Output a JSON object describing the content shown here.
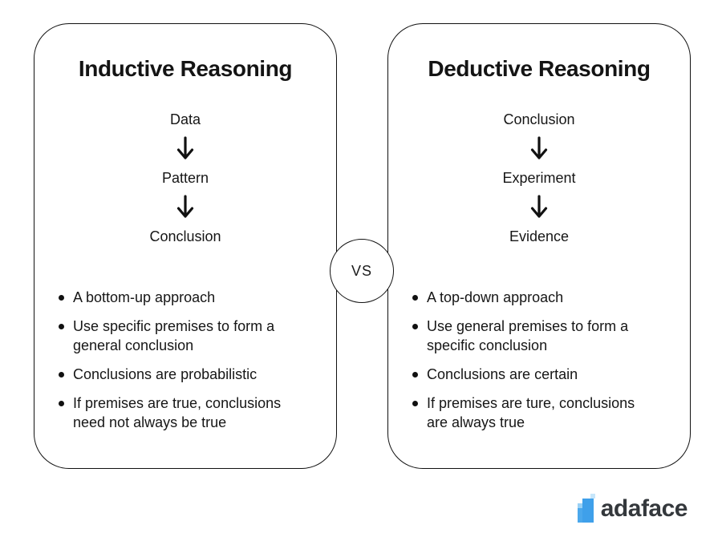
{
  "cards": [
    {
      "title": "Inductive Reasoning",
      "flow": [
        "Data",
        "Pattern",
        "Conclusion"
      ],
      "bullets": [
        "A bottom-up approach",
        "Use specific premises to form a\ngeneral conclusion",
        "Conclusions are probabilistic",
        "If premises are true, conclusions\nneed not always be true"
      ]
    },
    {
      "title": "Deductive Reasoning",
      "flow": [
        "Conclusion",
        "Experiment",
        "Evidence"
      ],
      "bullets": [
        "A top-down approach",
        "Use general premises to form a\nspecific conclusion",
        "Conclusions are certain",
        "If premises are ture, conclusions\nare always true"
      ]
    }
  ],
  "divider": {
    "label": "VS"
  },
  "logo": {
    "text": "adaface",
    "icon": "pixel-bar-chart-icon",
    "icon_colors": {
      "bar": "#3fa0ea",
      "pale": "#c7e6fa",
      "light": "#9ad1f5",
      "mid": "#4ba8ec"
    },
    "text_color": "#34383c"
  },
  "colors": {
    "background": "#ffffff",
    "border": "#111111",
    "text": "#161616"
  }
}
